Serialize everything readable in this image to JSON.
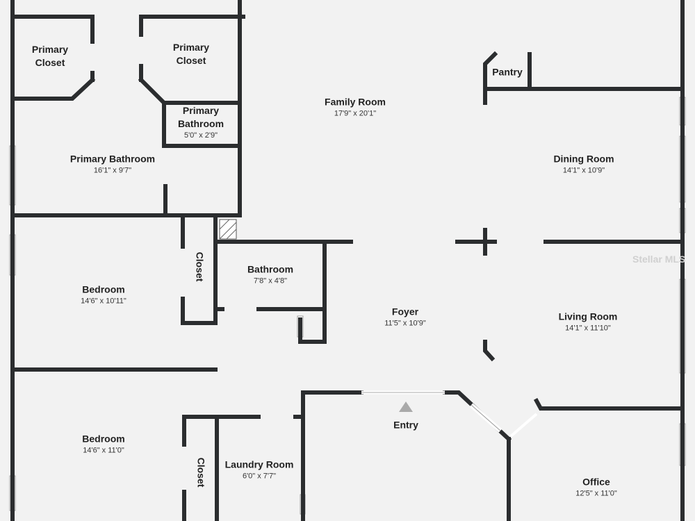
{
  "rooms": {
    "primary_closet_left": {
      "name": "Primary\nCloset",
      "dims": ""
    },
    "primary_closet_right": {
      "name": "Primary\nCloset",
      "dims": ""
    },
    "primary_bath_small": {
      "name": "Primary\nBathroom",
      "dims": "5'0\" x 2'9\""
    },
    "primary_bath": {
      "name": "Primary Bathroom",
      "dims": "16'1\" x 9'7\""
    },
    "family_room": {
      "name": "Family Room",
      "dims": "17'9\" x 20'1\""
    },
    "pantry": {
      "name": "Pantry",
      "dims": ""
    },
    "dining_room": {
      "name": "Dining Room",
      "dims": "14'1\" x 10'9\""
    },
    "closet_1": {
      "name": "Closet",
      "dims": ""
    },
    "bathroom": {
      "name": "Bathroom",
      "dims": "7'8\" x 4'8\""
    },
    "bedroom_1": {
      "name": "Bedroom",
      "dims": "14'6\" x 10'11\""
    },
    "foyer": {
      "name": "Foyer",
      "dims": "11'5\" x 10'9\""
    },
    "living_room": {
      "name": "Living Room",
      "dims": "14'1\" x 11'10\""
    },
    "entry": {
      "name": "Entry",
      "dims": ""
    },
    "bedroom_2": {
      "name": "Bedroom",
      "dims": "14'6\" x 11'0\""
    },
    "closet_2": {
      "name": "Closet",
      "dims": ""
    },
    "laundry_room": {
      "name": "Laundry Room",
      "dims": "6'0\" x 7'7\""
    },
    "office": {
      "name": "Office",
      "dims": "12'5\" x 11'0\""
    }
  },
  "watermark": "Stellar MLS"
}
